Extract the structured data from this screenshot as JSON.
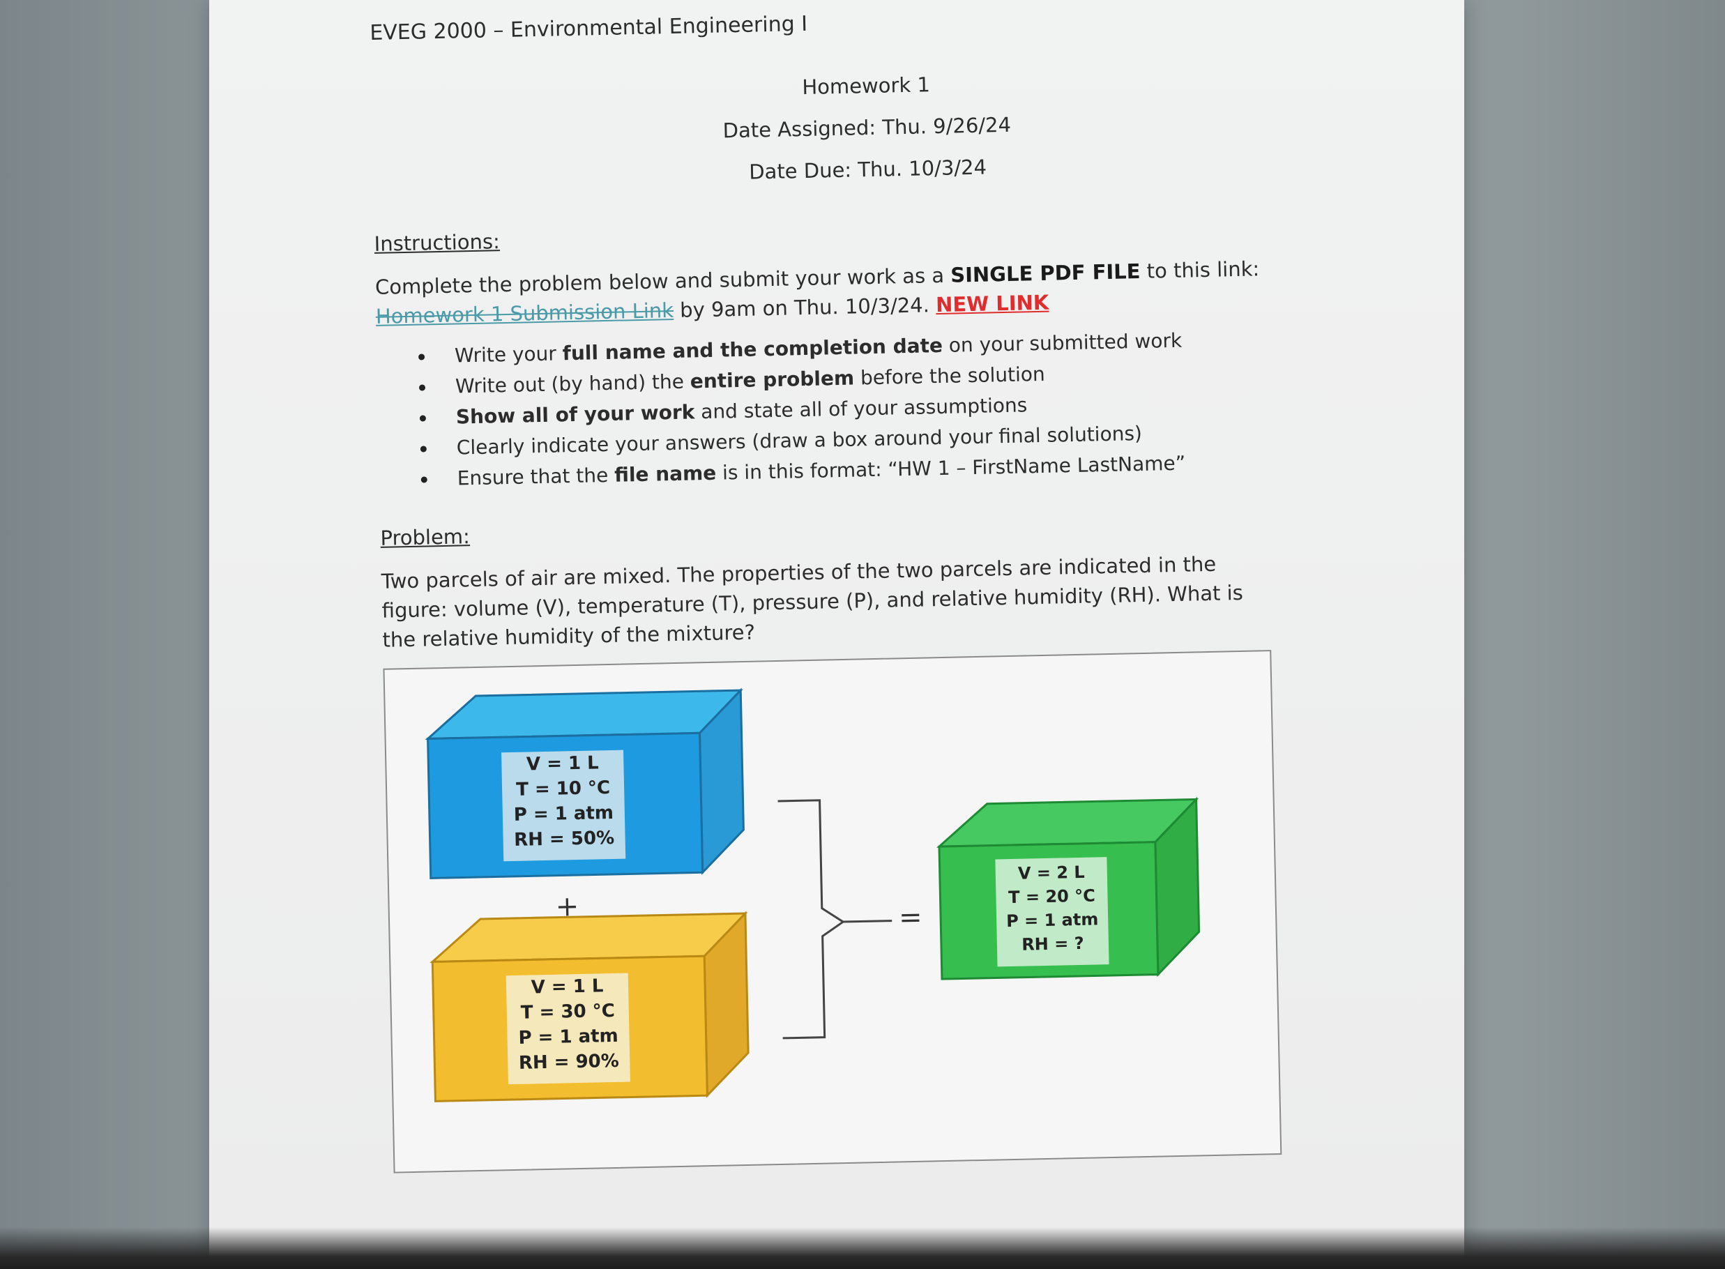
{
  "header": {
    "course": "EVEG 2000 – Environmental Engineering I",
    "title": "Homework 1",
    "date_assigned": "Date Assigned: Thu. 9/26/24",
    "date_due": "Date Due: Thu. 10/3/24"
  },
  "instructions": {
    "heading": "Instructions:",
    "intro_1": "Complete the problem below and submit your work as a ",
    "intro_bold": "SINGLE PDF FILE",
    "intro_2": " to this link: ",
    "link_text": "Homework 1 Submission Link",
    "intro_3": " by 9am on Thu. 10/3/24. ",
    "new_link": "NEW LINK",
    "bullets": [
      {
        "pre": "Write your ",
        "bold": "full name and the completion date",
        "post": " on your submitted work"
      },
      {
        "pre": "Write out (by hand) the ",
        "bold": "entire problem",
        "post": " before the solution"
      },
      {
        "pre": "",
        "bold": "Show all of your work",
        "post": " and state all of your assumptions"
      },
      {
        "pre": "Clearly indicate your answers (draw a box around your final solutions)",
        "bold": "",
        "post": ""
      },
      {
        "pre": "Ensure that the ",
        "bold": "file name",
        "post": " is in this format: “HW 1 – FirstName LastName”"
      }
    ]
  },
  "problem": {
    "heading": "Problem:",
    "text": "Two parcels of air are mixed. The properties of the two parcels are indicated in the figure: volume (V), temperature (T), pressure (P), and relative humidity (RH). What is the relative humidity of the mixture?"
  },
  "figure": {
    "plus": "+",
    "equals": "=",
    "parcel_blue": {
      "lines": [
        "V = 1 L",
        "T = 10 °C",
        "P = 1 atm",
        "RH = 50%"
      ],
      "color": "#1e9be0"
    },
    "parcel_yellow": {
      "lines": [
        "V = 1 L",
        "T = 30 °C",
        "P = 1 atm",
        "RH = 90%"
      ],
      "color": "#f2bd2e"
    },
    "parcel_green": {
      "lines": [
        "V = 2 L",
        "T = 20 °C",
        "P = 1 atm",
        "RH = ?"
      ],
      "color": "#36be4f"
    }
  }
}
